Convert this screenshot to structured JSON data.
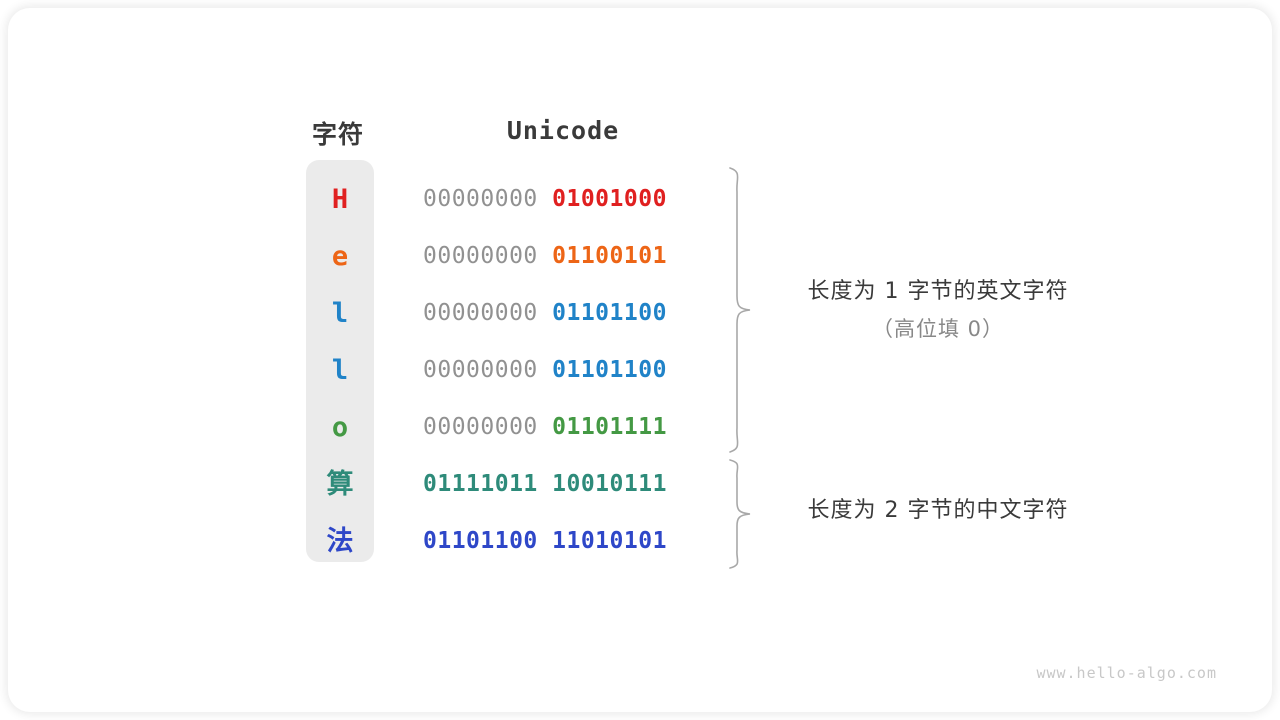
{
  "figure": {
    "title_char_column": "字符",
    "title_code_column": "Unicode",
    "watermark": "www.hello-algo.com",
    "panel_color": "#ebebeb"
  },
  "rows": [
    {
      "char": "H",
      "high_byte": "00000000",
      "low_byte": "01001000",
      "color": "#e02020",
      "cjk": false
    },
    {
      "char": "e",
      "high_byte": "00000000",
      "low_byte": "01100101",
      "color": "#ed6516",
      "cjk": false
    },
    {
      "char": "l",
      "high_byte": "00000000",
      "low_byte": "01101100",
      "color": "#2083c8",
      "cjk": false
    },
    {
      "char": "l",
      "high_byte": "00000000",
      "low_byte": "01101100",
      "color": "#2083c8",
      "cjk": false
    },
    {
      "char": "o",
      "high_byte": "00000000",
      "low_byte": "01101111",
      "color": "#449944",
      "cjk": false
    },
    {
      "char": "算",
      "high_byte": "01111011",
      "low_byte": "10010111",
      "color": "#2e8b7a",
      "cjk": true
    },
    {
      "char": "法",
      "high_byte": "01101100",
      "low_byte": "11010101",
      "color": "#2e47c8",
      "cjk": true
    }
  ],
  "annotations": {
    "english": {
      "line1": "长度为 1 字节的英文字符",
      "line2": "（高位填 0）"
    },
    "chinese": {
      "line1": "长度为 2 字节的中文字符",
      "line2": ""
    }
  }
}
